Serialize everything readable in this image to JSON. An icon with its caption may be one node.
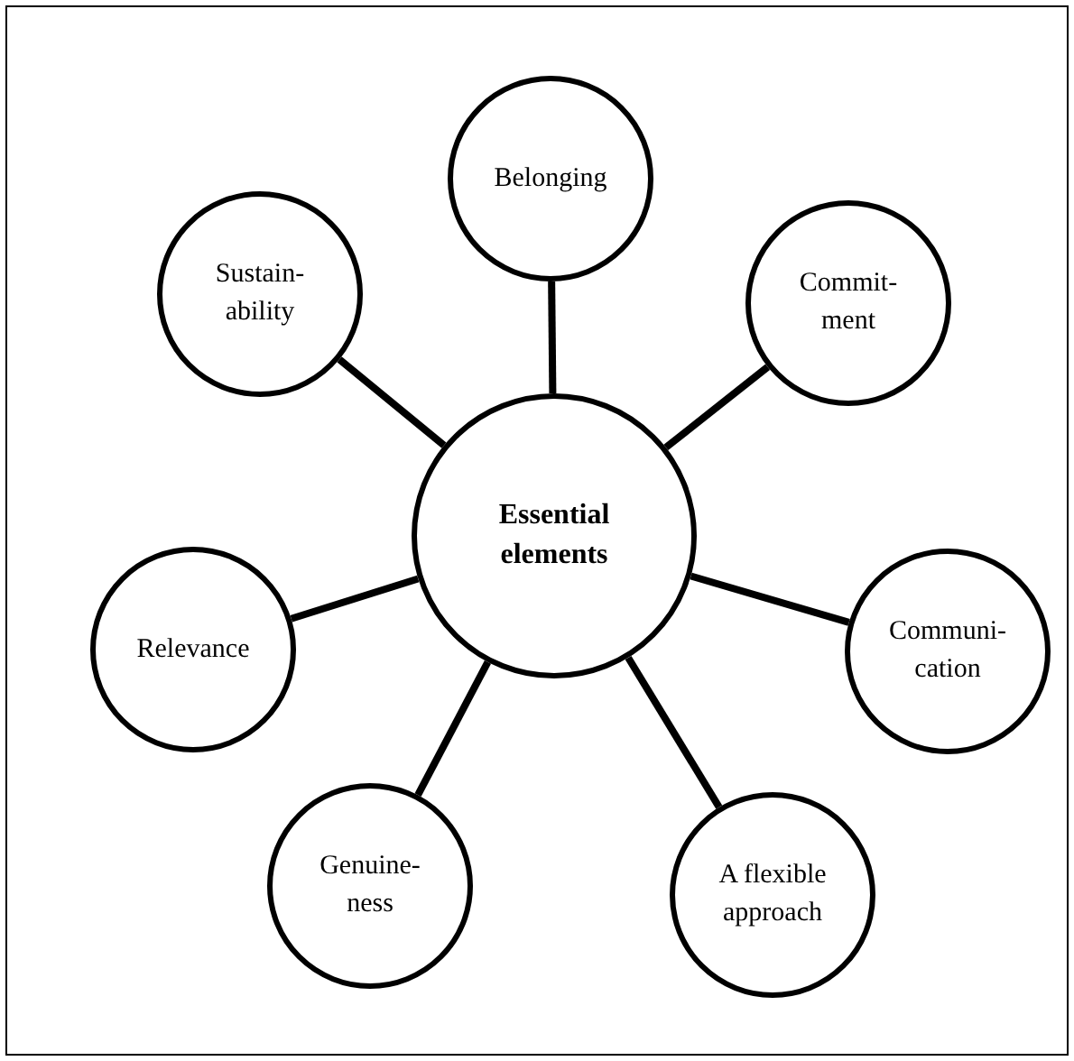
{
  "diagram": {
    "nodes": [
      {
        "text": [
          "Essential elements"
        ]
      },
      {
        "text": [
          "Belonging"
        ]
      },
      {
        "text": [
          "Sustain- ability"
        ]
      },
      {
        "text": [
          "Commit- ment"
        ]
      },
      {
        "text": [
          "Relevance"
        ]
      },
      {
        "text": [
          "Communi- cation"
        ]
      },
      {
        "text": [
          "Genuine- ness"
        ]
      },
      {
        "text": [
          "A flexible approach"
        ]
      }
    ],
    "edges": [
      {
        "from": 0,
        "to": 1,
        "arrow": "none"
      },
      {
        "from": 0,
        "to": 2,
        "arrow": "none"
      },
      {
        "from": 0,
        "to": 3,
        "arrow": "none"
      },
      {
        "from": 0,
        "to": 4,
        "arrow": "none"
      },
      {
        "from": 0,
        "to": 5,
        "arrow": "none"
      },
      {
        "from": 0,
        "to": 6,
        "arrow": "none"
      },
      {
        "from": 0,
        "to": 7,
        "arrow": "none"
      }
    ]
  }
}
